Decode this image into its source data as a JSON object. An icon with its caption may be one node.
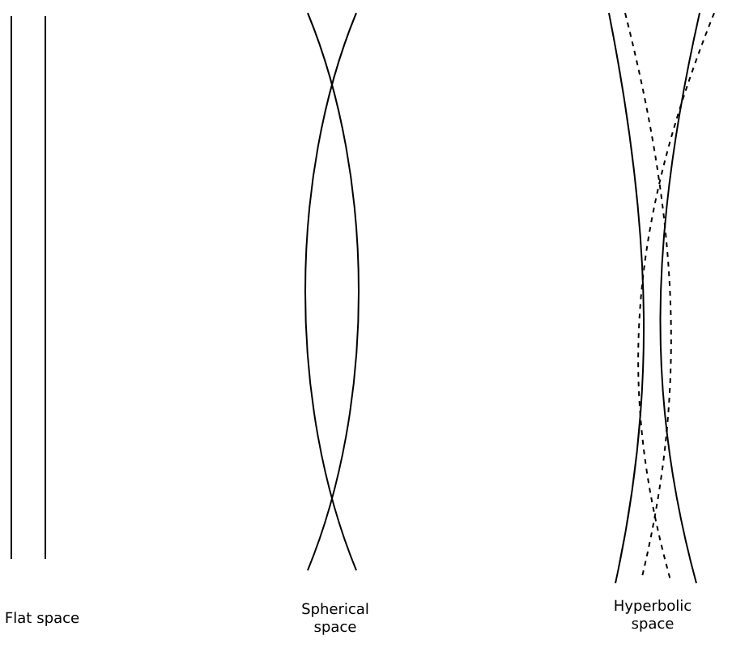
{
  "diagram": {
    "labels": [
      "Flat space",
      "Spherical space",
      "Hyperbolic space"
    ]
  }
}
